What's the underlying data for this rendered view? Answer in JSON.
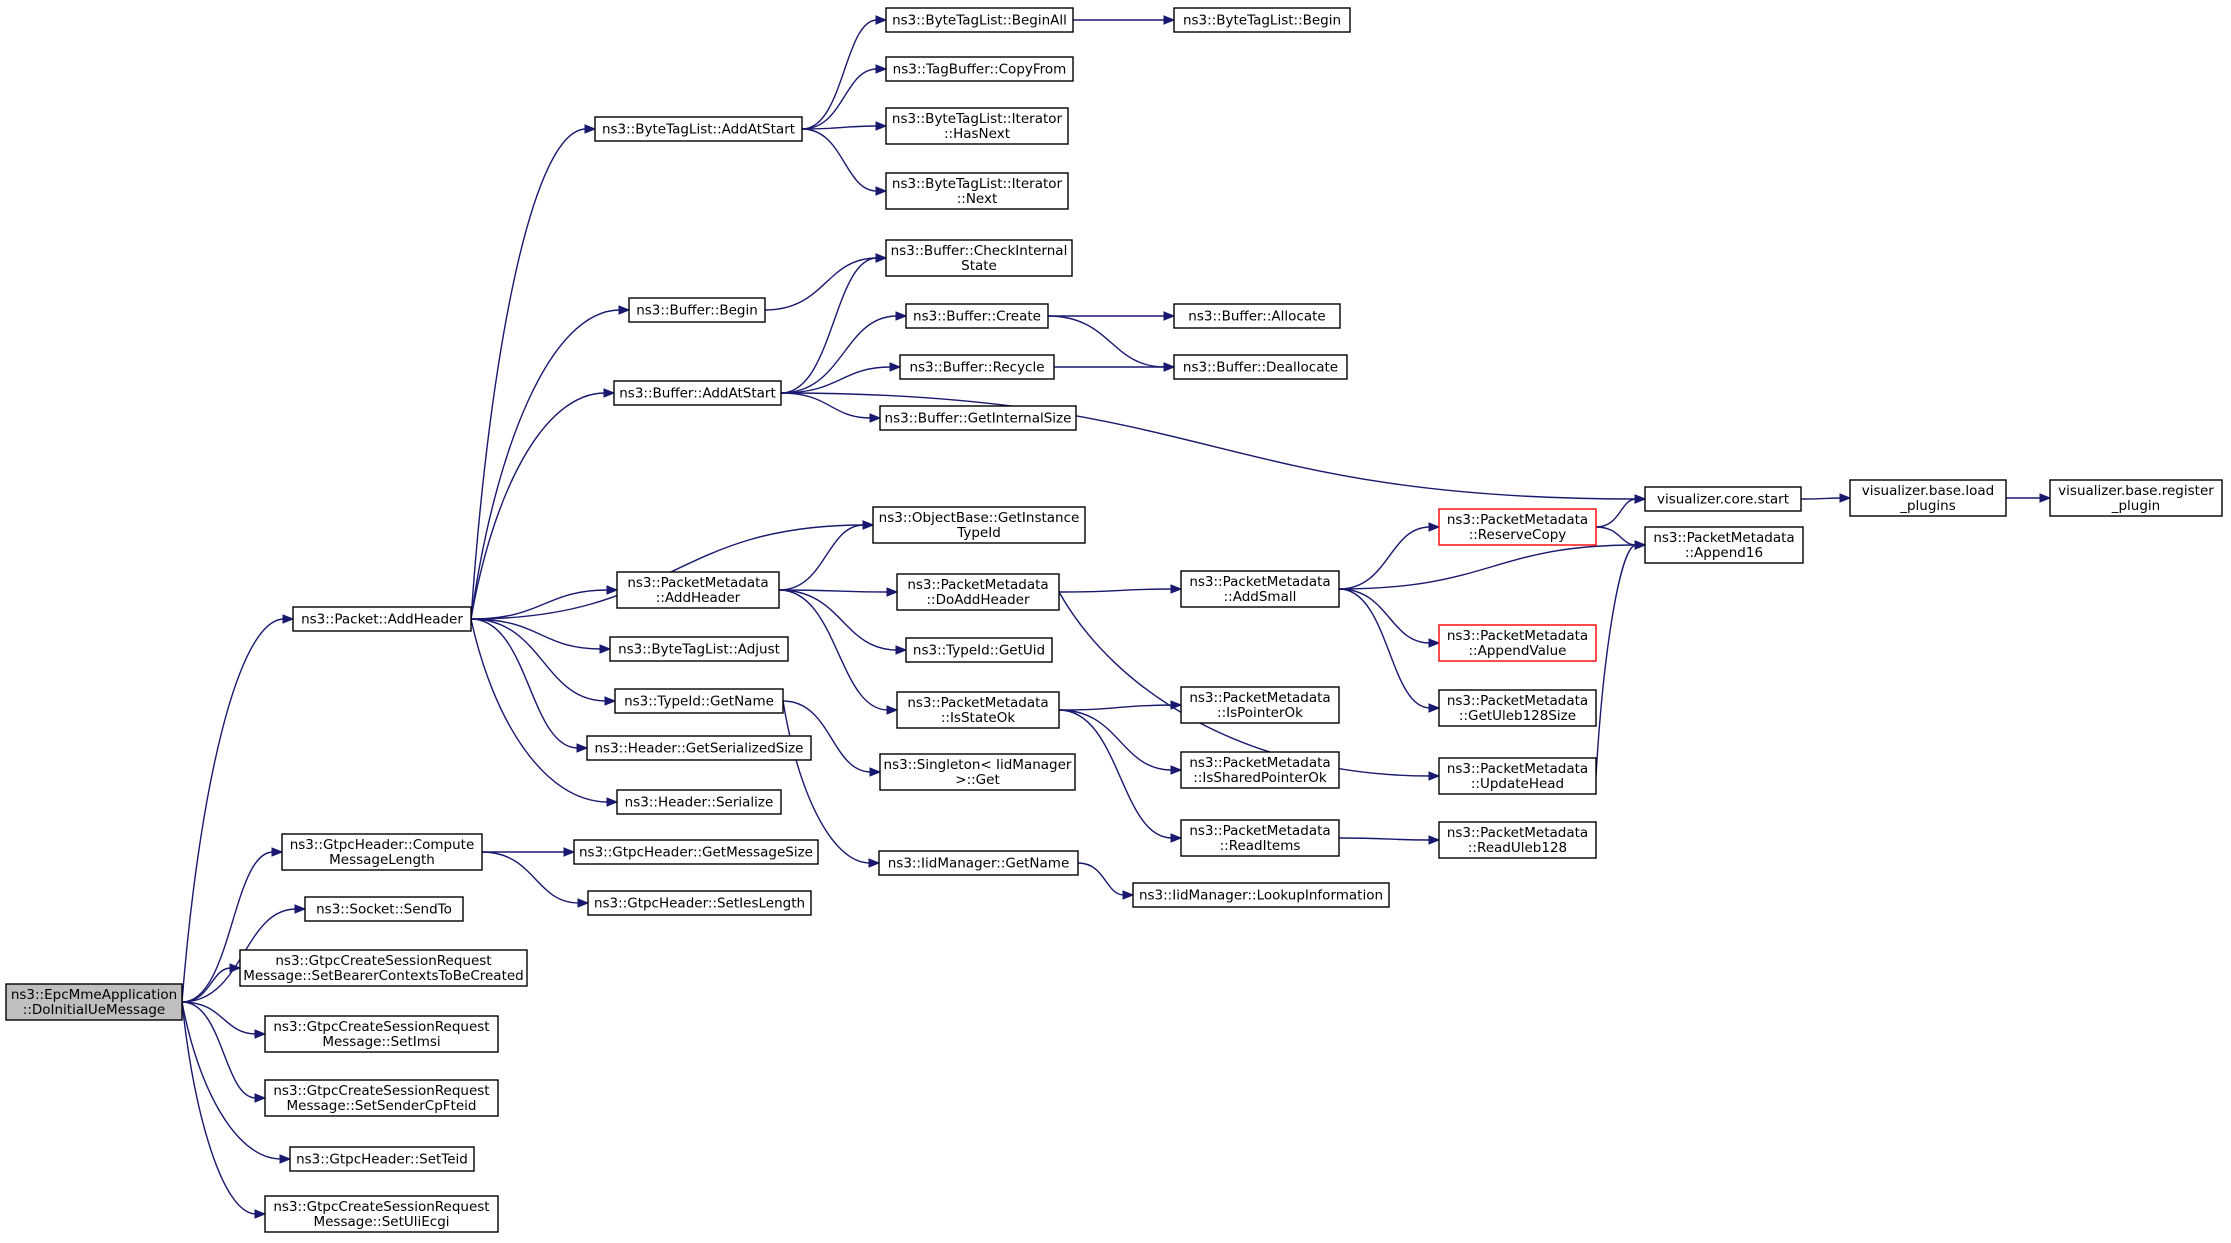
{
  "colors": {
    "edge": "#191970",
    "node_border": "#000000",
    "root_fill": "#bfbfbf",
    "truncated_border": "#ff0000"
  },
  "nodes": [
    {
      "id": "root",
      "lines": [
        "ns3::EpcMmeApplication",
        "::DoInitialUeMessage"
      ],
      "style": "root"
    },
    {
      "id": "addHeader",
      "lines": [
        "ns3::Packet::AddHeader"
      ]
    },
    {
      "id": "computeLen",
      "lines": [
        "ns3::GtpcHeader::Compute",
        "MessageLength"
      ]
    },
    {
      "id": "sendTo",
      "lines": [
        "ns3::Socket::SendTo"
      ]
    },
    {
      "id": "setBearer",
      "lines": [
        "ns3::GtpcCreateSessionRequest",
        "Message::SetBearerContextsToBeCreated"
      ]
    },
    {
      "id": "setImsi",
      "lines": [
        "ns3::GtpcCreateSessionRequest",
        "Message::SetImsi"
      ]
    },
    {
      "id": "setSender",
      "lines": [
        "ns3::GtpcCreateSessionRequest",
        "Message::SetSenderCpFteid"
      ]
    },
    {
      "id": "setTeid",
      "lines": [
        "ns3::GtpcHeader::SetTeid"
      ]
    },
    {
      "id": "setUli",
      "lines": [
        "ns3::GtpcCreateSessionRequest",
        "Message::SetUliEcgi"
      ]
    },
    {
      "id": "btlAddAtStart",
      "lines": [
        "ns3::ByteTagList::AddAtStart"
      ]
    },
    {
      "id": "bufBegin",
      "lines": [
        "ns3::Buffer::Begin"
      ]
    },
    {
      "id": "bufAddAtStart",
      "lines": [
        "ns3::Buffer::AddAtStart"
      ]
    },
    {
      "id": "pmAddHeader",
      "lines": [
        "ns3::PacketMetadata",
        "::AddHeader"
      ]
    },
    {
      "id": "btlAdjust",
      "lines": [
        "ns3::ByteTagList::Adjust"
      ]
    },
    {
      "id": "typeGetName",
      "lines": [
        "ns3::TypeId::GetName"
      ]
    },
    {
      "id": "hdrGetSize",
      "lines": [
        "ns3::Header::GetSerializedSize"
      ]
    },
    {
      "id": "hdrSerialize",
      "lines": [
        "ns3::Header::Serialize"
      ]
    },
    {
      "id": "gtpGetMsgSize",
      "lines": [
        "ns3::GtpcHeader::GetMessageSize"
      ]
    },
    {
      "id": "gtpSetIes",
      "lines": [
        "ns3::GtpcHeader::SetIesLength"
      ]
    },
    {
      "id": "btlBeginAll",
      "lines": [
        "ns3::ByteTagList::BeginAll"
      ]
    },
    {
      "id": "btlBegin",
      "lines": [
        "ns3::ByteTagList::Begin"
      ]
    },
    {
      "id": "tagCopyFrom",
      "lines": [
        "ns3::TagBuffer::CopyFrom"
      ]
    },
    {
      "id": "iterHasNext",
      "lines": [
        "ns3::ByteTagList::Iterator",
        "::HasNext"
      ]
    },
    {
      "id": "iterNext",
      "lines": [
        "ns3::ByteTagList::Iterator",
        "::Next"
      ]
    },
    {
      "id": "bufCheck",
      "lines": [
        "ns3::Buffer::CheckInternal",
        "State"
      ]
    },
    {
      "id": "bufCreate",
      "lines": [
        "ns3::Buffer::Create"
      ]
    },
    {
      "id": "bufRecycle",
      "lines": [
        "ns3::Buffer::Recycle"
      ]
    },
    {
      "id": "bufGetSize",
      "lines": [
        "ns3::Buffer::GetInternalSize"
      ]
    },
    {
      "id": "bufAllocate",
      "lines": [
        "ns3::Buffer::Allocate"
      ]
    },
    {
      "id": "bufDealloc",
      "lines": [
        "ns3::Buffer::Deallocate"
      ]
    },
    {
      "id": "objGetTid",
      "lines": [
        "ns3::ObjectBase::GetInstance",
        "TypeId"
      ]
    },
    {
      "id": "pmDoAdd",
      "lines": [
        "ns3::PacketMetadata",
        "::DoAddHeader"
      ]
    },
    {
      "id": "tidGetUid",
      "lines": [
        "ns3::TypeId::GetUid"
      ]
    },
    {
      "id": "pmIsState",
      "lines": [
        "ns3::PacketMetadata",
        "::IsStateOk"
      ]
    },
    {
      "id": "singleton",
      "lines": [
        "ns3::Singleton< IidManager",
        ">::Get"
      ]
    },
    {
      "id": "iidGetName",
      "lines": [
        "ns3::IidManager::GetName"
      ]
    },
    {
      "id": "iidLookup",
      "lines": [
        "ns3::IidManager::LookupInformation"
      ]
    },
    {
      "id": "pmAddSmall",
      "lines": [
        "ns3::PacketMetadata",
        "::AddSmall"
      ]
    },
    {
      "id": "pmIsPtr",
      "lines": [
        "ns3::PacketMetadata",
        "::IsPointerOk"
      ]
    },
    {
      "id": "pmIsShared",
      "lines": [
        "ns3::PacketMetadata",
        "::IsSharedPointerOk"
      ]
    },
    {
      "id": "pmReadItems",
      "lines": [
        "ns3::PacketMetadata",
        "::ReadItems"
      ]
    },
    {
      "id": "pmReserve",
      "lines": [
        "ns3::PacketMetadata",
        "::ReserveCopy"
      ],
      "style": "trunc"
    },
    {
      "id": "pmAppendValue",
      "lines": [
        "ns3::PacketMetadata",
        "::AppendValue"
      ],
      "style": "trunc"
    },
    {
      "id": "pmGetUleb",
      "lines": [
        "ns3::PacketMetadata",
        "::GetUleb128Size"
      ]
    },
    {
      "id": "pmUpdateHead",
      "lines": [
        "ns3::PacketMetadata",
        "::UpdateHead"
      ]
    },
    {
      "id": "pmReadUleb",
      "lines": [
        "ns3::PacketMetadata",
        "::ReadUleb128"
      ]
    },
    {
      "id": "vizStart",
      "lines": [
        "visualizer.core.start"
      ]
    },
    {
      "id": "pmAppend16",
      "lines": [
        "ns3::PacketMetadata",
        "::Append16"
      ]
    },
    {
      "id": "vizLoad",
      "lines": [
        "visualizer.base.load",
        "_plugins"
      ]
    },
    {
      "id": "vizRegister",
      "lines": [
        "visualizer.base.register",
        "_plugin"
      ]
    }
  ],
  "edges": [
    [
      "root",
      "addHeader"
    ],
    [
      "root",
      "computeLen"
    ],
    [
      "root",
      "sendTo"
    ],
    [
      "root",
      "setBearer"
    ],
    [
      "root",
      "setImsi"
    ],
    [
      "root",
      "setSender"
    ],
    [
      "root",
      "setTeid"
    ],
    [
      "root",
      "setUli"
    ],
    [
      "addHeader",
      "btlAddAtStart"
    ],
    [
      "addHeader",
      "bufBegin"
    ],
    [
      "addHeader",
      "bufAddAtStart"
    ],
    [
      "addHeader",
      "objGetTid"
    ],
    [
      "addHeader",
      "pmAddHeader"
    ],
    [
      "addHeader",
      "btlAdjust"
    ],
    [
      "addHeader",
      "typeGetName"
    ],
    [
      "addHeader",
      "hdrGetSize"
    ],
    [
      "addHeader",
      "hdrSerialize"
    ],
    [
      "computeLen",
      "gtpGetMsgSize"
    ],
    [
      "computeLen",
      "gtpSetIes"
    ],
    [
      "btlAddAtStart",
      "btlBeginAll"
    ],
    [
      "btlAddAtStart",
      "tagCopyFrom"
    ],
    [
      "btlAddAtStart",
      "iterHasNext"
    ],
    [
      "btlAddAtStart",
      "iterNext"
    ],
    [
      "btlBeginAll",
      "btlBegin"
    ],
    [
      "bufBegin",
      "bufCheck"
    ],
    [
      "bufAddAtStart",
      "bufCheck"
    ],
    [
      "bufAddAtStart",
      "bufCreate"
    ],
    [
      "bufAddAtStart",
      "bufRecycle"
    ],
    [
      "bufAddAtStart",
      "bufGetSize"
    ],
    [
      "bufAddAtStart",
      "vizStart"
    ],
    [
      "bufCreate",
      "bufAllocate"
    ],
    [
      "bufCreate",
      "bufDealloc"
    ],
    [
      "bufRecycle",
      "bufDealloc"
    ],
    [
      "pmAddHeader",
      "objGetTid"
    ],
    [
      "pmAddHeader",
      "pmDoAdd"
    ],
    [
      "pmAddHeader",
      "tidGetUid"
    ],
    [
      "pmAddHeader",
      "pmIsState"
    ],
    [
      "typeGetName",
      "singleton"
    ],
    [
      "typeGetName",
      "iidGetName"
    ],
    [
      "iidGetName",
      "iidLookup"
    ],
    [
      "pmDoAdd",
      "pmAddSmall"
    ],
    [
      "pmDoAdd",
      "pmUpdateHead"
    ],
    [
      "pmIsState",
      "pmIsPtr"
    ],
    [
      "pmIsState",
      "pmIsShared"
    ],
    [
      "pmIsState",
      "pmReadItems"
    ],
    [
      "pmReadItems",
      "pmReadUleb"
    ],
    [
      "pmAddSmall",
      "pmReserve"
    ],
    [
      "pmAddSmall",
      "pmAppend16"
    ],
    [
      "pmAddSmall",
      "pmAppendValue"
    ],
    [
      "pmAddSmall",
      "pmGetUleb"
    ],
    [
      "pmReserve",
      "vizStart"
    ],
    [
      "pmReserve",
      "pmAppend16"
    ],
    [
      "pmUpdateHead",
      "pmAppend16"
    ],
    [
      "vizStart",
      "vizLoad"
    ],
    [
      "vizLoad",
      "vizRegister"
    ]
  ]
}
